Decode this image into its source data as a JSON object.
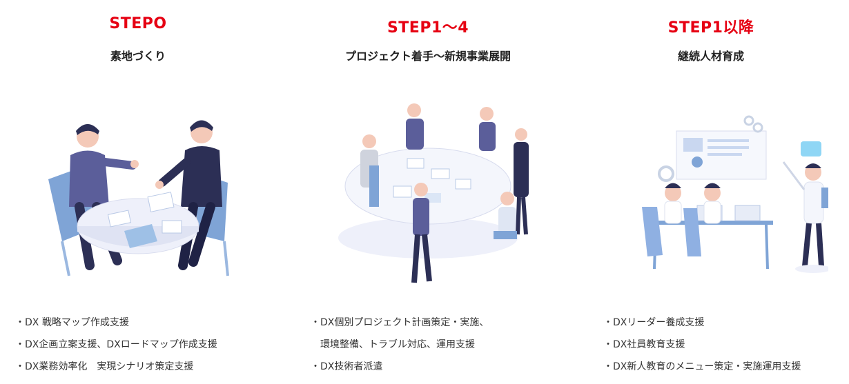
{
  "columns": [
    {
      "step": "STEPO",
      "subtitle": "素地づくり",
      "items": [
        "・DX 戦略マップ作成支援",
        "・DX企画立案支援、DXロードマップ作成支援",
        "・DX業務効率化　実現シナリオ策定支援"
      ]
    },
    {
      "step": "STEP1〜4",
      "subtitle": "プロジェクト着手〜新規事業展開",
      "items": [
        "・DX個別プロジェクト計画策定・実施、",
        "　環境整備、トラブル対応、運用支援",
        "・DX技術者派遣"
      ]
    },
    {
      "step": "STEP1以降",
      "subtitle": "継続人材育成",
      "items": [
        "・DXリーダー養成支援",
        "・DX社員教育支援",
        "・DX新人教育のメニュー策定・実施運用支援"
      ]
    }
  ],
  "colors": {
    "step_red": "#e60012",
    "navy": "#2c2f55",
    "purple": "#5b5e9a",
    "chair_blue": "#7fa4d6",
    "skin": "#f4c9b8"
  },
  "icons": [
    "meeting-illustration",
    "team-meeting-illustration",
    "training-illustration"
  ]
}
